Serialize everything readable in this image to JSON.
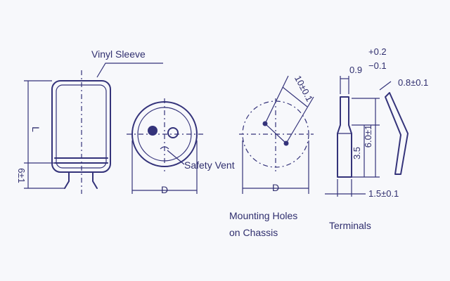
{
  "labels": {
    "vinyl_sleeve": "Vinyl Sleeve",
    "length": "L",
    "lead_spacing_tol": "6±1",
    "diameter_front": "D",
    "safety_vent": "Safety Vent",
    "diameter_holes": "D",
    "hole_spacing": "10±0.1",
    "mounting_line1": "Mounting Holes",
    "mounting_line2": "on Chassis",
    "terminal_width": "0.9",
    "terminal_tol_plus": "+0.2",
    "terminal_tol_minus": "−0.1",
    "terminal_thickness": "0.8±0.1",
    "terminal_length": "6.0±1",
    "terminal_step": "3.5",
    "terminal_base": "1.5±0.1",
    "terminals": "Terminals"
  },
  "colors": {
    "ink": "#34337a",
    "paper": "#f7f8fb"
  }
}
